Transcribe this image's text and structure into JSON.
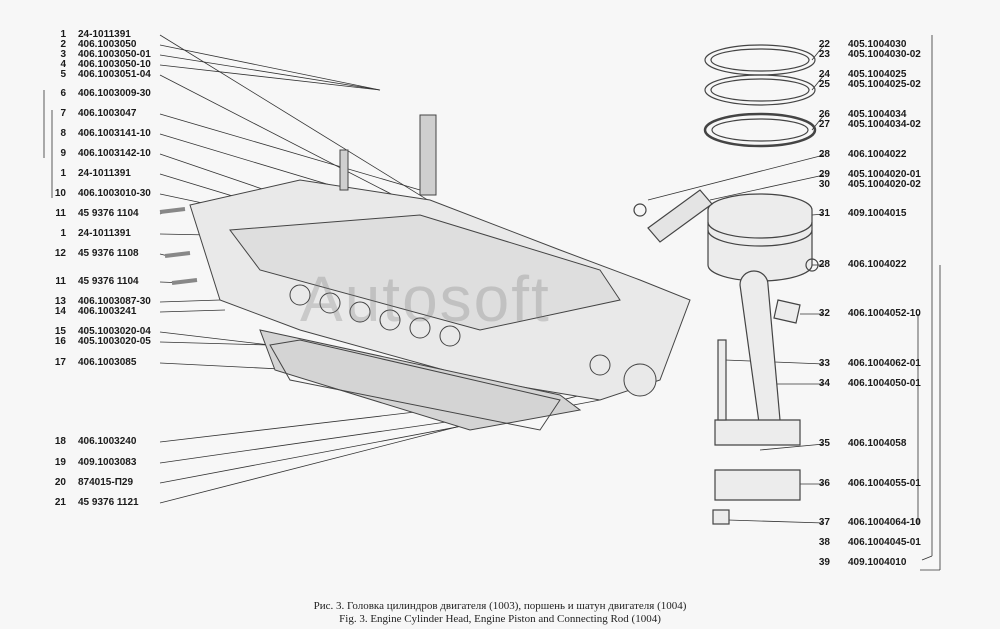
{
  "left_labels": [
    {
      "n": "1",
      "code": "24-1011391"
    },
    {
      "n": "2",
      "code": "406.1003050"
    },
    {
      "n": "3",
      "code": "406.1003050-01"
    },
    {
      "n": "4",
      "code": "406.1003050-10"
    },
    {
      "n": "5",
      "code": "406.1003051-04"
    },
    {
      "n": "6",
      "code": "406.1003009-30"
    },
    {
      "n": "7",
      "code": "406.1003047"
    },
    {
      "n": "8",
      "code": "406.1003141-10"
    },
    {
      "n": "9",
      "code": "406.1003142-10"
    },
    {
      "n": "1",
      "code": "24-1011391"
    },
    {
      "n": "10",
      "code": "406.1003010-30"
    },
    {
      "n": "11",
      "code": "45  9376  1104"
    },
    {
      "n": "1",
      "code": "24-1011391"
    },
    {
      "n": "12",
      "code": "45  9376  1108"
    },
    {
      "n": "11",
      "code": "45  9376  1104"
    },
    {
      "n": "13",
      "code": "406.1003087-30"
    },
    {
      "n": "14",
      "code": "406.1003241"
    },
    {
      "n": "15",
      "code": "405.1003020-04"
    },
    {
      "n": "16",
      "code": "405.1003020-05"
    },
    {
      "n": "17",
      "code": "406.1003085"
    },
    {
      "n": "18",
      "code": "406.1003240"
    },
    {
      "n": "19",
      "code": "409.1003083"
    },
    {
      "n": "20",
      "code": "874015-П29"
    },
    {
      "n": "21",
      "code": "45  9376  1121"
    }
  ],
  "right_labels": [
    {
      "n": "22",
      "code": "405.1004030"
    },
    {
      "n": "23",
      "code": "405.1004030-02"
    },
    {
      "n": "24",
      "code": "405.1004025"
    },
    {
      "n": "25",
      "code": "405.1004025-02"
    },
    {
      "n": "26",
      "code": "405.1004034"
    },
    {
      "n": "27",
      "code": "405.1004034-02"
    },
    {
      "n": "28",
      "code": "406.1004022"
    },
    {
      "n": "29",
      "code": "405.1004020-01"
    },
    {
      "n": "30",
      "code": "405.1004020-02"
    },
    {
      "n": "31",
      "code": "409.1004015"
    },
    {
      "n": "28",
      "code": "406.1004022"
    },
    {
      "n": "32",
      "code": "406.1004052-10"
    },
    {
      "n": "33",
      "code": "406.1004062-01"
    },
    {
      "n": "34",
      "code": "406.1004050-01"
    },
    {
      "n": "35",
      "code": "406.1004058"
    },
    {
      "n": "36",
      "code": "406.1004055-01"
    },
    {
      "n": "37",
      "code": "406.1004064-10"
    },
    {
      "n": "38",
      "code": "406.1004045-01"
    },
    {
      "n": "39",
      "code": "409.1004010"
    }
  ],
  "caption": {
    "ru": "Рис. 3. Головка цилиндров двигателя (1003), поршень и шатун двигателя (1004)",
    "en": "Fig. 3. Engine Cylinder Head, Engine Piston and Connecting Rod (1004)"
  },
  "watermark": "Autosoft"
}
